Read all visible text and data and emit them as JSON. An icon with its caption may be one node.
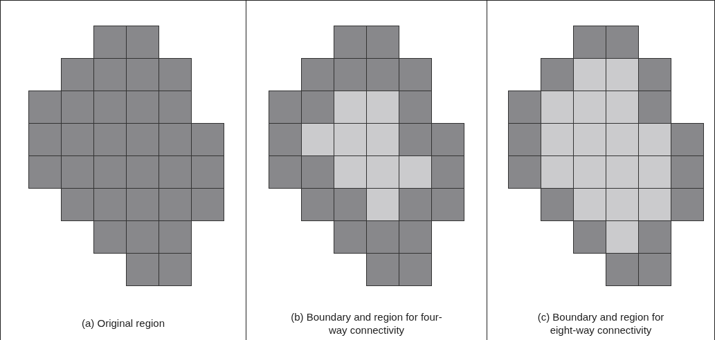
{
  "diagram": {
    "nodes": [
      {
        "text": [
          "(a) Original region"
        ]
      },
      {
        "text": [
          "(b) Boundary and region for four-way connectivity"
        ]
      },
      {
        "text": [
          "(c) Boundary and region for eight-way connectivity"
        ]
      }
    ]
  }
}
